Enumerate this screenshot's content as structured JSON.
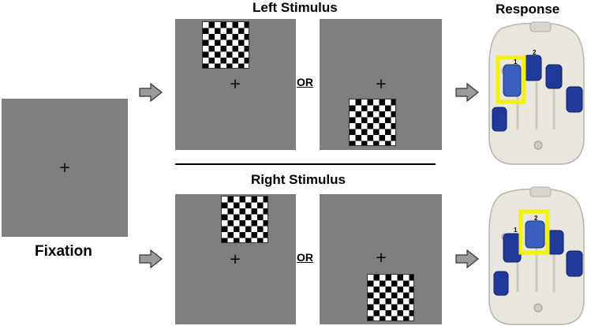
{
  "labels": {
    "fixation": "Fixation",
    "left_stimulus": "Left Stimulus",
    "right_stimulus": "Right Stimulus",
    "response": "Response",
    "or_top": "OR",
    "or_bottom": "OR"
  },
  "response_pads": {
    "top": {
      "highlight": "1",
      "button_labels": [
        "1",
        "2"
      ]
    },
    "bottom": {
      "highlight": "2",
      "button_labels": [
        "1",
        "2"
      ]
    }
  },
  "cross_symbol": "+",
  "colors": {
    "panel": "#7f7f7f",
    "highlight": "#f5f200",
    "button": "#1f3a9a",
    "pad": "#e9e6df",
    "arrow": "#9a9a9a"
  }
}
